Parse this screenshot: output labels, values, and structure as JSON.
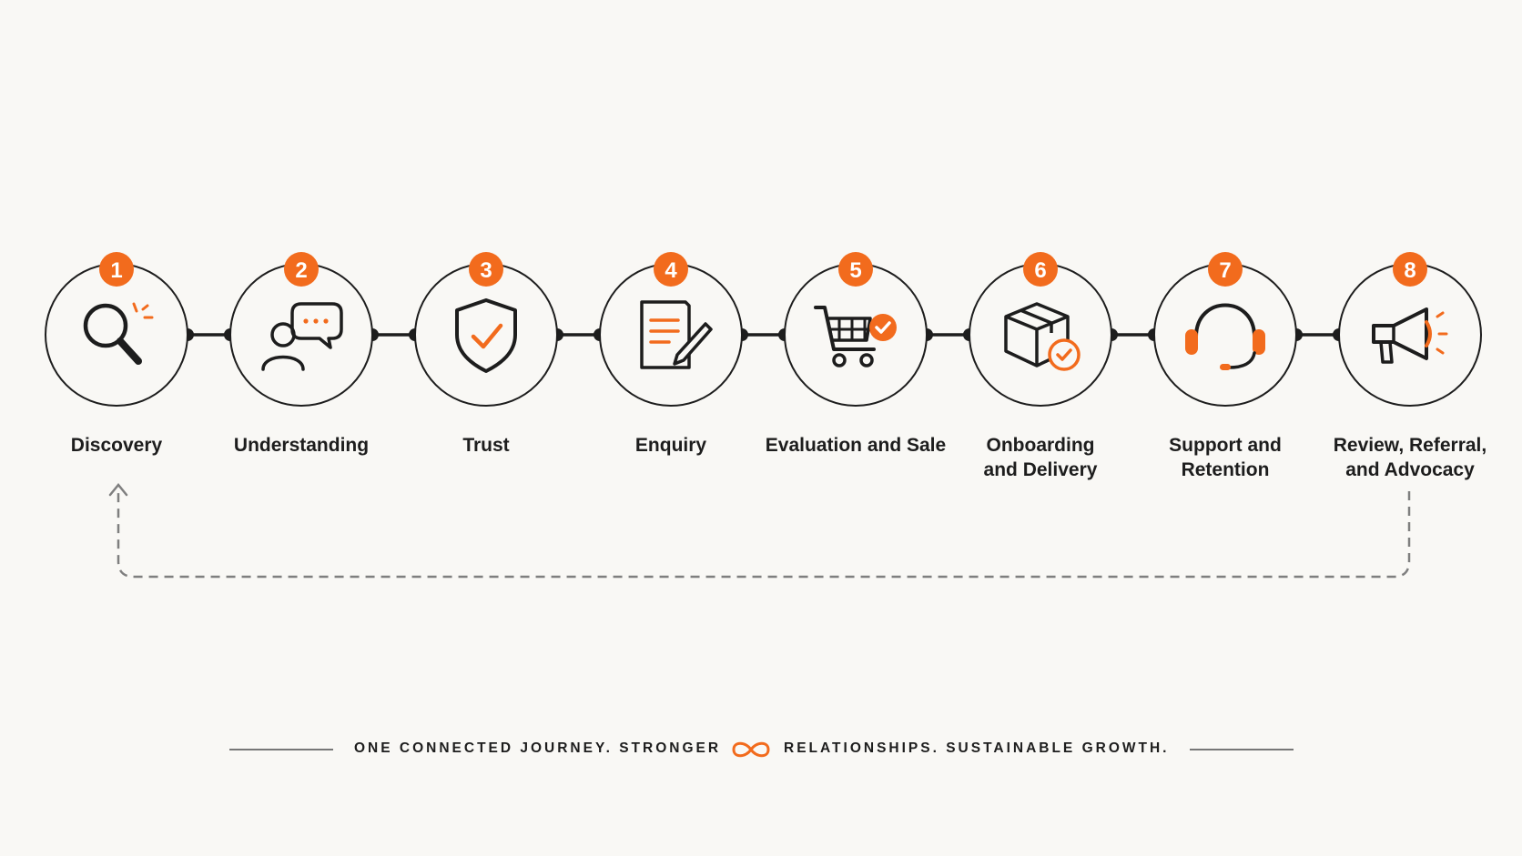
{
  "accent_color": "#f26b1d",
  "steps": [
    {
      "number": "1",
      "label": "Discovery",
      "icon": "magnifier-icon"
    },
    {
      "number": "2",
      "label": "Understanding",
      "icon": "person-speech-bubble-icon"
    },
    {
      "number": "3",
      "label": "Trust",
      "icon": "shield-check-icon"
    },
    {
      "number": "4",
      "label": "Enquiry",
      "icon": "document-pencil-icon"
    },
    {
      "number": "5",
      "label": "Evaluation and Sale",
      "icon": "cart-check-icon"
    },
    {
      "number": "6",
      "label": "Onboarding\nand Delivery",
      "icon": "box-check-icon"
    },
    {
      "number": "7",
      "label": "Support and\nRetention",
      "icon": "headset-icon"
    },
    {
      "number": "8",
      "label": "Review, Referral,\nand Advocacy",
      "icon": "megaphone-icon"
    }
  ],
  "tagline": {
    "left": "ONE CONNECTED JOURNEY. STRONGER",
    "right": "RELATIONSHIPS. SUSTAINABLE GROWTH.",
    "icon": "infinity-icon"
  }
}
